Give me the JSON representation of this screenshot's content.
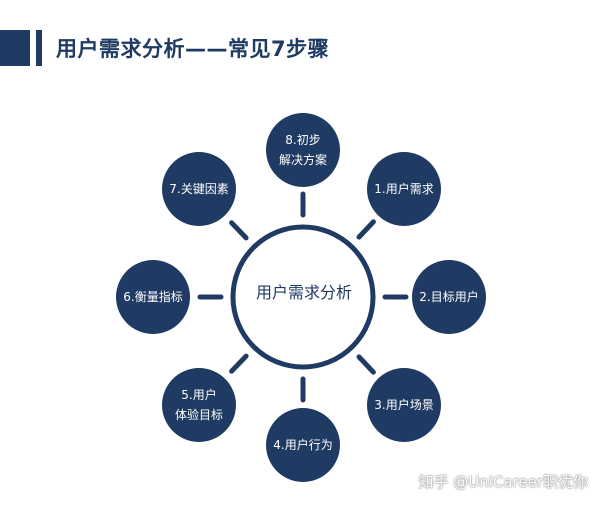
{
  "title": "用户需求分析——常见7步骤",
  "center_label": "用户需求分析",
  "colors": {
    "navy": "#1f3a63",
    "white": "#ffffff"
  },
  "nodes": [
    {
      "id": "node-8",
      "lines": [
        "8.初步",
        "解决方案"
      ]
    },
    {
      "id": "node-1",
      "lines": [
        "1.用户需求"
      ]
    },
    {
      "id": "node-2",
      "lines": [
        "2.目标用户"
      ]
    },
    {
      "id": "node-3",
      "lines": [
        "3.用户场景"
      ]
    },
    {
      "id": "node-4",
      "lines": [
        "4.用户行为"
      ]
    },
    {
      "id": "node-5",
      "lines": [
        "5.用户",
        "体验目标"
      ]
    },
    {
      "id": "node-6",
      "lines": [
        "6.衡量指标"
      ]
    },
    {
      "id": "node-7",
      "lines": [
        "7.关键因素"
      ]
    }
  ],
  "watermark": "知乎 @UniCareer职优你"
}
